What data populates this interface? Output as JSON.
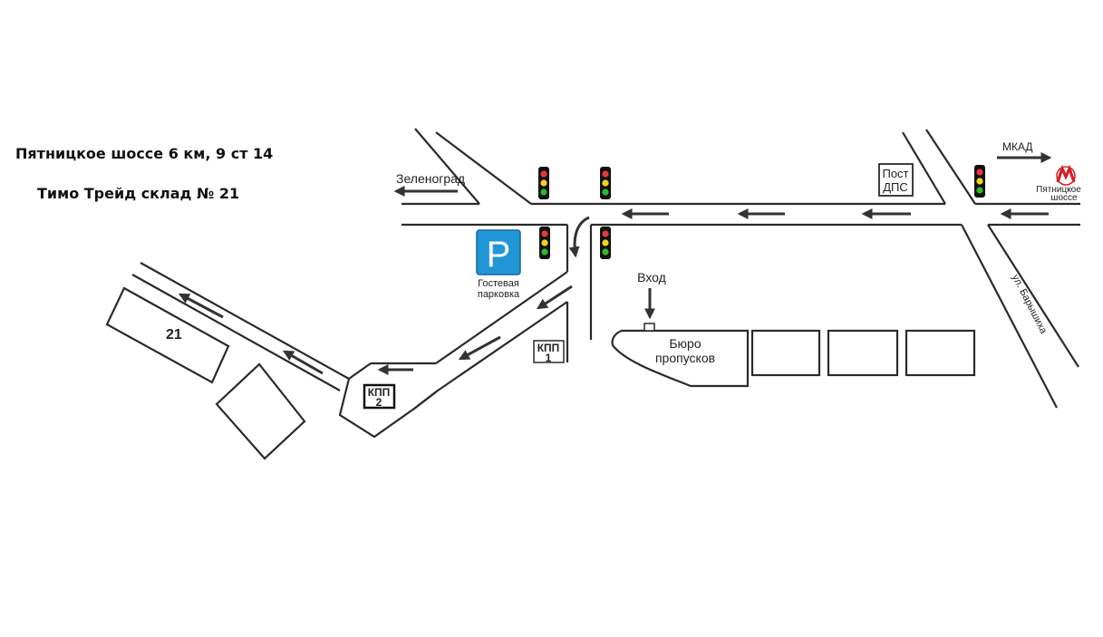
{
  "header": {
    "address": "Пятницкое  шоссе 6 км, 9 ст 14",
    "company": "Тимо Трейд склад № 21"
  },
  "labels": {
    "zelenograd": "Зеленоград",
    "mkad": "МКАД",
    "metro_line1": "Пятницкое",
    "metro_line2": "шоссе",
    "dps_line1": "Пост",
    "dps_line2": "ДПС",
    "street": "ул. Барышиха",
    "parking_letter": "P",
    "parking_line1": "Гостевая",
    "parking_line2": "парковка",
    "kpp1_line1": "КПП",
    "kpp1_line2": "1",
    "kpp2_line1": "КПП",
    "kpp2_line2": "2",
    "entrance": "Вход",
    "bureau_line1": "Бюро",
    "bureau_line2": "пропусков",
    "warehouse_number": "21"
  },
  "colors": {
    "road_line": "#2a2a2a",
    "arrow": "#333333",
    "parking_blue": "#2196d6",
    "metro_red": "#d32027",
    "light_red": "#e53935",
    "light_yellow": "#f4d21c",
    "light_green": "#2fb82f"
  },
  "icons": [
    "traffic-light-icon",
    "parking-icon",
    "metro-icon",
    "arrow-icon"
  ]
}
